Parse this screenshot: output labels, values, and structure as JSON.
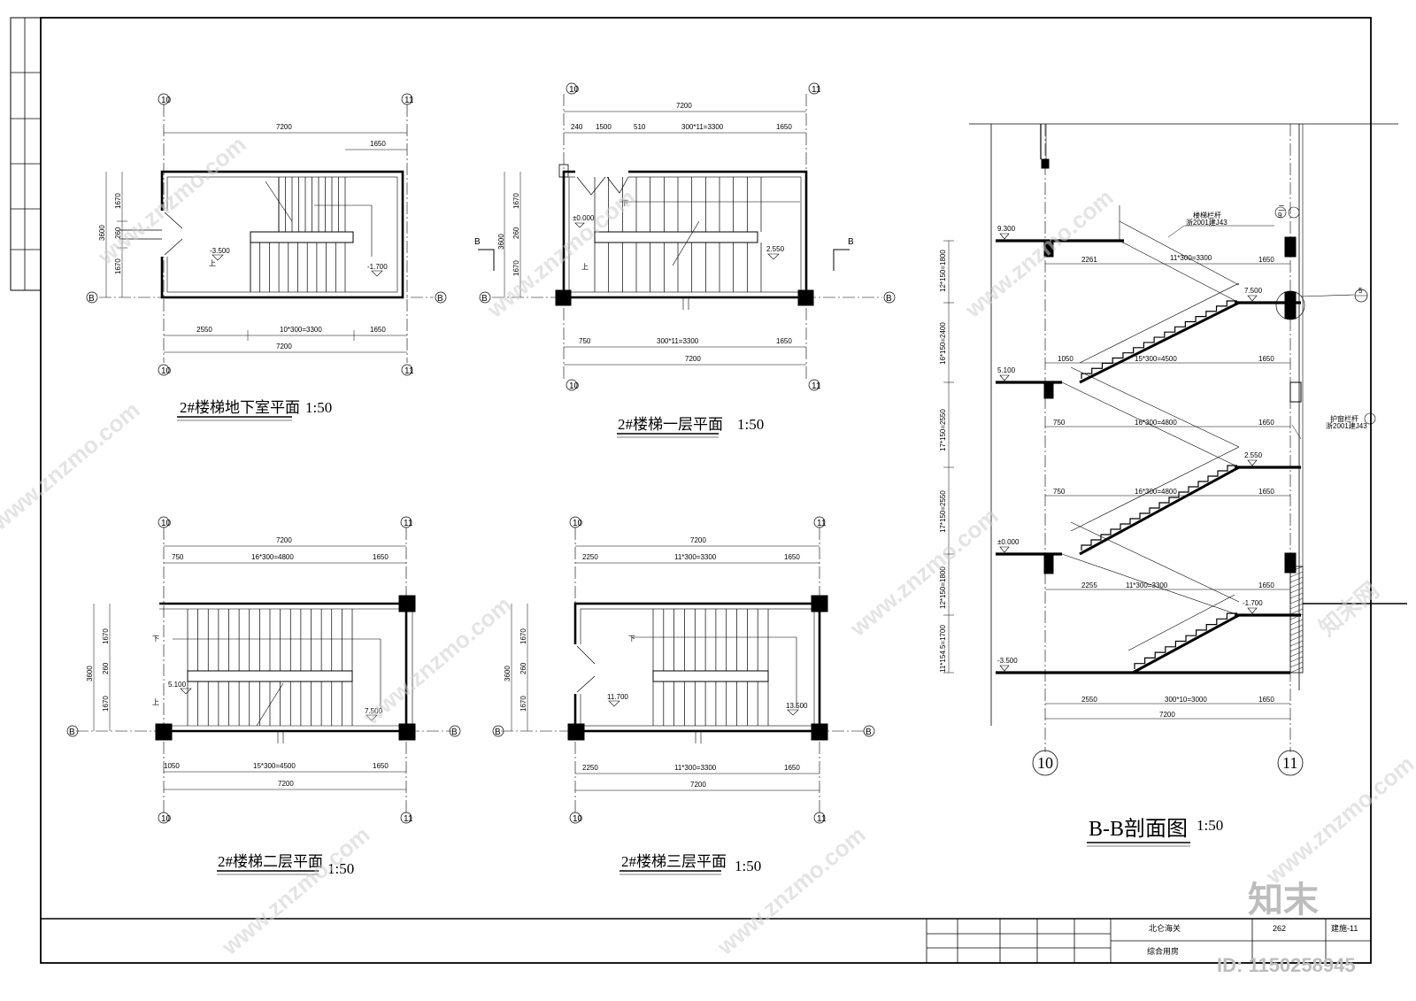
{
  "titles": {
    "basement": "2#楼梯地下室平面",
    "first": "2#楼梯一层平面",
    "second": "2#楼梯二层平面",
    "third": "2#楼梯三层平面",
    "section": "B-B剖面图",
    "scale": "1:50"
  },
  "axes": {
    "left": "10",
    "right": "11",
    "row": "B",
    "section_mark": "B"
  },
  "dims": {
    "total": "7200",
    "d1650": "1650",
    "d3600": "3600",
    "d1670": "1670",
    "d260": "260",
    "d2550": "2550",
    "d750": "750",
    "d1050": "1050",
    "d2250": "2250",
    "d240": "240",
    "d1500": "1500",
    "d510": "510",
    "d2261": "2261",
    "d2255": "2255",
    "r10x300": "10*300=3300",
    "r11x300": "300*11=3300",
    "r11x300b": "11*300=3300",
    "r16x300": "16*300=4800",
    "r15x300": "15*300=4500",
    "r300x10": "300*10=3000",
    "v12": "12*150=1800",
    "v16": "16*150=2400",
    "v17a": "17*150=2550",
    "v17b": "17*150=2550",
    "v12b": "12*150=1800",
    "v11": "11*154.5=1700"
  },
  "levels": {
    "m3500": "-3.500",
    "m1700": "-1.700",
    "zero": "±0.000",
    "l2550": "2.550",
    "l5100": "5.100",
    "l7500": "7.500",
    "l9300": "9.300",
    "l11700": "11.700",
    "l13500": "13.500"
  },
  "notes": {
    "up": "上",
    "down": "下",
    "rail1": "楼梯栏杆",
    "rail2": "护窗栏杆",
    "std": "浙2001建J43",
    "det1": "5",
    "det2": "二",
    "det3": "9"
  },
  "titleblock": {
    "project": "北仑海关",
    "building": "综合用房",
    "sheet_no": "262",
    "drawing_no": "建施-11"
  },
  "watermark": {
    "site": "www.znzmo.com",
    "brand": "知末网",
    "logo": "知末",
    "id": "ID: 1150258945"
  }
}
